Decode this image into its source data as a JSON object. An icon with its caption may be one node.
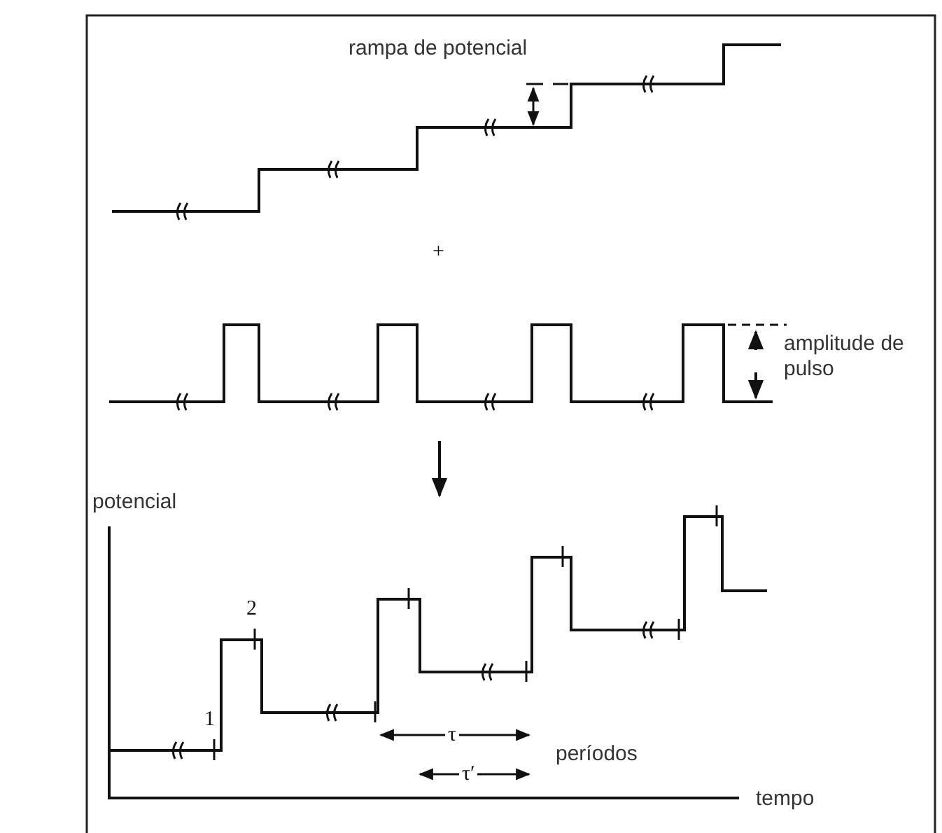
{
  "diagram": {
    "labels": [
      "rampa de potencial",
      "+",
      "amplitude de pulso",
      "potencial",
      "2",
      "1",
      "τ",
      "períodos",
      "τ′",
      "tempo"
    ]
  }
}
